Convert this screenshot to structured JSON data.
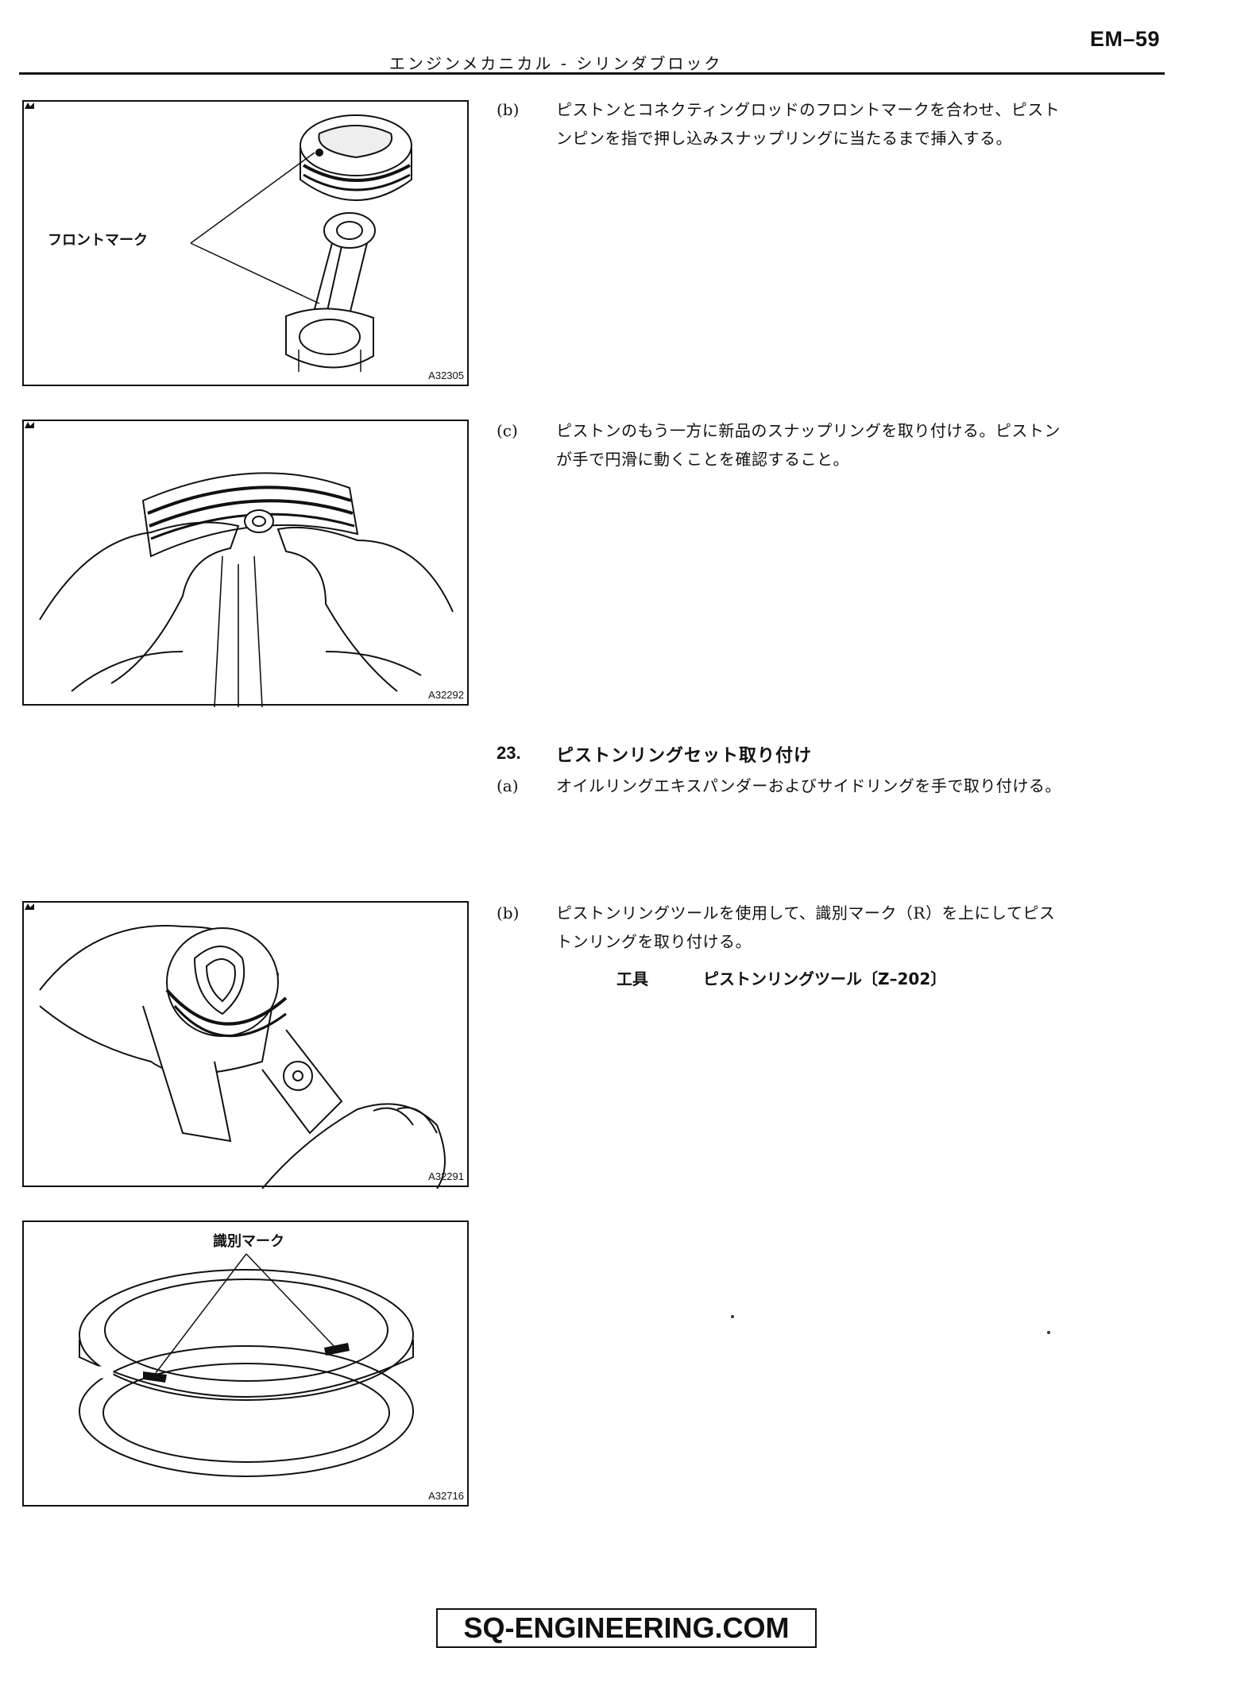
{
  "header": {
    "page_code": "EM–59",
    "section_title": "エンジンメカニカル ‐ シリンダブロック"
  },
  "figures": [
    {
      "code": "A32305",
      "label": "フロントマーク"
    },
    {
      "code": "A32292"
    },
    {
      "code": "A32291"
    },
    {
      "code": "A32716",
      "label": "識別マーク"
    }
  ],
  "steps": {
    "b1": {
      "letter": "(b)",
      "line1": "ピストンとコネクティングロッドのフロントマークを合わせ、ピスト",
      "line2": "ンピンを指で押し込みスナップリングに当たるまで挿入する。"
    },
    "c1": {
      "letter": "(c)",
      "line1": "ピストンのもう一方に新品のスナップリングを取り付ける。ピストン",
      "line2": "が手で円滑に動くことを確認すること。"
    },
    "heading": {
      "number": "23.",
      "title": "ピストンリングセット取り付け"
    },
    "a2": {
      "letter": "(a)",
      "line1": "オイルリングエキスパンダーおよびサイドリングを手で取り付ける。"
    },
    "b2": {
      "letter": "(b)",
      "line1": "ピストンリングツールを使用して、識別マーク（R）を上にしてピス",
      "line2": "トンリングを取り付ける。",
      "tool_label": "工具",
      "tool_name": "ピストンリングツール〔Z–202〕"
    }
  },
  "watermark": "SQ-ENGINEERING.COM"
}
